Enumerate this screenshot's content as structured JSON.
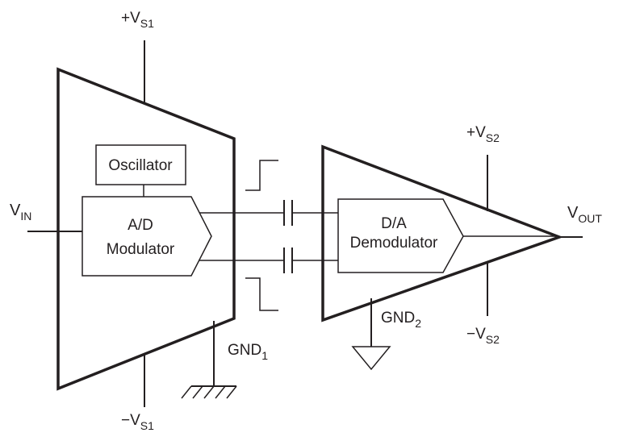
{
  "labels": {
    "vs1_pos": {
      "main": "+V",
      "sub": "S1"
    },
    "vs1_neg": {
      "main": "−V",
      "sub": "S1"
    },
    "vs2_pos": {
      "main": "+V",
      "sub": "S2"
    },
    "vs2_neg": {
      "main": "−V",
      "sub": "S2"
    },
    "vin": {
      "main": "V",
      "sub": "IN"
    },
    "vout": {
      "main": "V",
      "sub": "OUT"
    },
    "gnd1": {
      "main": "GND",
      "sub": "1"
    },
    "gnd2": {
      "main": "GND",
      "sub": "2"
    }
  },
  "blocks": {
    "oscillator": "Oscillator",
    "modulator": [
      "A/D",
      "Modulator"
    ],
    "demodulator": [
      "D/A",
      "Demodulator"
    ]
  }
}
